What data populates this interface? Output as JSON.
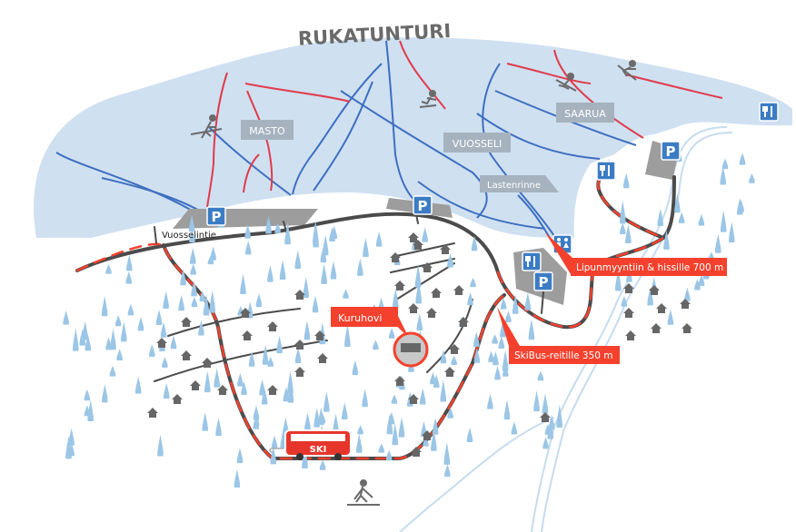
{
  "map": {
    "title": "RUKATUNTURI",
    "slopes": [
      "MASTO",
      "VUOSSELI",
      "SAARUA",
      "Lastenrinne"
    ],
    "road_name": "Vuosselintie",
    "callouts": {
      "hotel": "Kuruhovi",
      "ticket_sales": "Lipunmyyntiin & hissille 700 m",
      "skibus": "SkiBus-reitille 350 m"
    },
    "bus_label": "SKI",
    "parking_symbol": "P",
    "icons": [
      "parking-icon",
      "restaurant-icon",
      "toilet-icon",
      "skier-icon",
      "snowboarder-icon",
      "cross-country-skier-icon",
      "house-icon",
      "tree-icon",
      "bus-icon"
    ],
    "colors": {
      "snow_area": "#cfe0f1",
      "callout": "#f4412d",
      "road": "#4b4b4b",
      "blue_piste": "#3d6fc0",
      "red_piste": "#e03c4c",
      "sign": "#3b7cc4",
      "tree": "#9cc6e6",
      "house": "#666666"
    }
  }
}
